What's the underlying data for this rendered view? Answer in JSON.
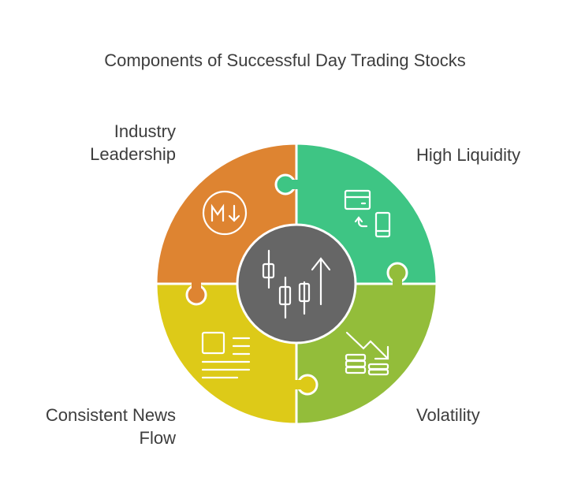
{
  "title": "Components of Successful Day Trading Stocks",
  "segments": [
    {
      "label_line1": "Industry",
      "label_line2": "Leadership",
      "color": "#DE8431",
      "icon": "markdown-down-icon"
    },
    {
      "label_line1": "High Liquidity",
      "label_line2": "",
      "color": "#3EC584",
      "icon": "card-to-phone-icon"
    },
    {
      "label_line1": "Volatility",
      "label_line2": "",
      "color": "#93BD3A",
      "icon": "falling-coins-icon"
    },
    {
      "label_line1": "Consistent News",
      "label_line2": "Flow",
      "color": "#DDCA18",
      "icon": "news-icon"
    }
  ],
  "center": {
    "color": "#666666",
    "icon": "candlestick-chart-icon"
  }
}
